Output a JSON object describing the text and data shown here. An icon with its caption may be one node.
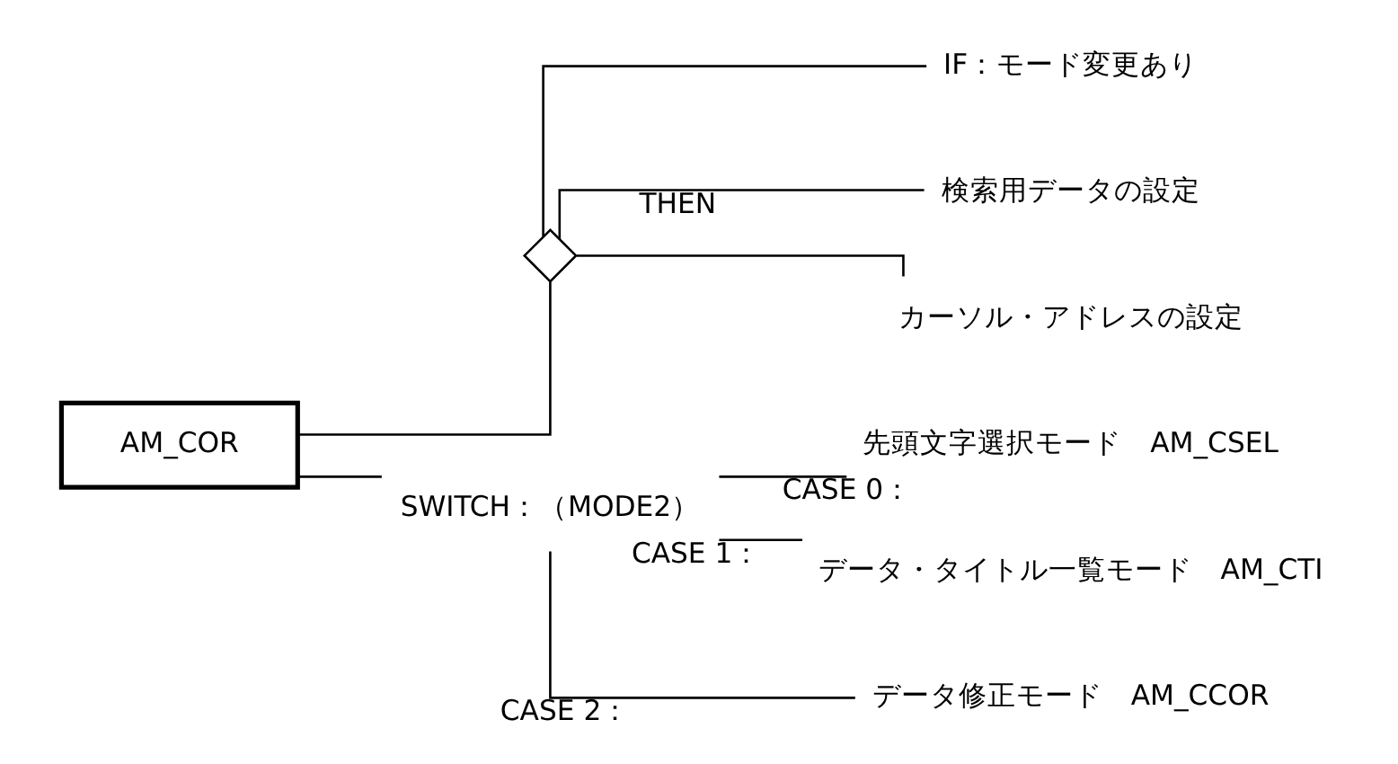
{
  "diagram": {
    "nodes": [
      {
        "text": [
          "AM_COR"
        ]
      },
      {
        "text": [],
        "shape": "diamond"
      },
      {
        "text": [
          "IF：モード変更あり"
        ]
      },
      {
        "text": [
          "検索用データの設定"
        ]
      },
      {
        "text": [
          "カーソル・アドレスの設定"
        ]
      },
      {
        "text": [
          "SWITCH：（MODE2）"
        ]
      },
      {
        "text": [
          "先頭文字選択モード　AM_CSEL"
        ]
      },
      {
        "text": [
          "データ・タイトル一覧モード　AM_CTI"
        ]
      },
      {
        "text": [
          "データ修正モード　AM_CCOR"
        ]
      }
    ],
    "edges": [
      {
        "from": 0,
        "to": 1,
        "arrow": "none"
      },
      {
        "from": 1,
        "to": 2,
        "arrow": "none"
      },
      {
        "from": 1,
        "to": 3,
        "arrow": "none",
        "label": "THEN"
      },
      {
        "from": 1,
        "to": 4,
        "arrow": "none"
      },
      {
        "from": 0,
        "to": 5,
        "arrow": "none"
      },
      {
        "from": 5,
        "to": 6,
        "arrow": "none",
        "label": "CASE 0："
      },
      {
        "from": 5,
        "to": 7,
        "arrow": "none",
        "label": "CASE 1："
      },
      {
        "from": 5,
        "to": 8,
        "arrow": "none",
        "label": "CASE 2："
      }
    ]
  }
}
